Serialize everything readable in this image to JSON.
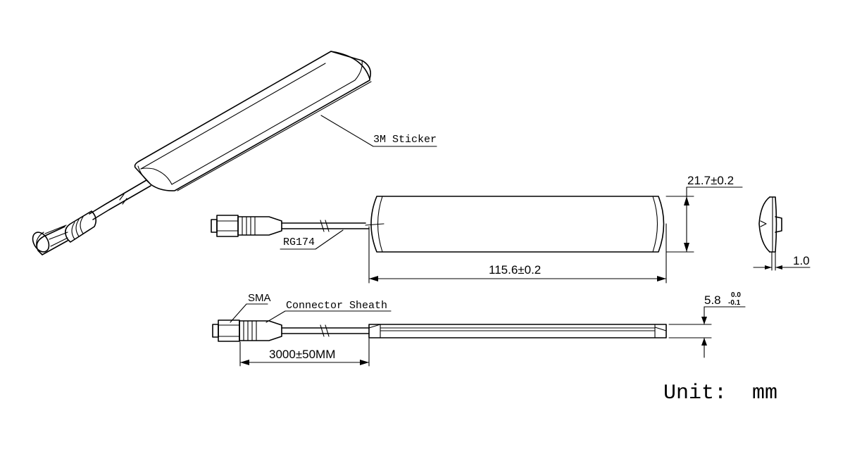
{
  "labels": {
    "sticker": "3M Sticker",
    "cable": "RG174",
    "connector": "SMA",
    "sheath": "Connector Sheath"
  },
  "dimensions": {
    "width": "21.7±0.2",
    "length": "115.6±0.2",
    "side_thickness": "1.0",
    "thickness_base": "5.8",
    "thickness_upper_tol": "0.0",
    "thickness_lower_tol": "-0.1",
    "cable_length": "3000±50MM"
  },
  "unit_note": "Unit:  mm"
}
